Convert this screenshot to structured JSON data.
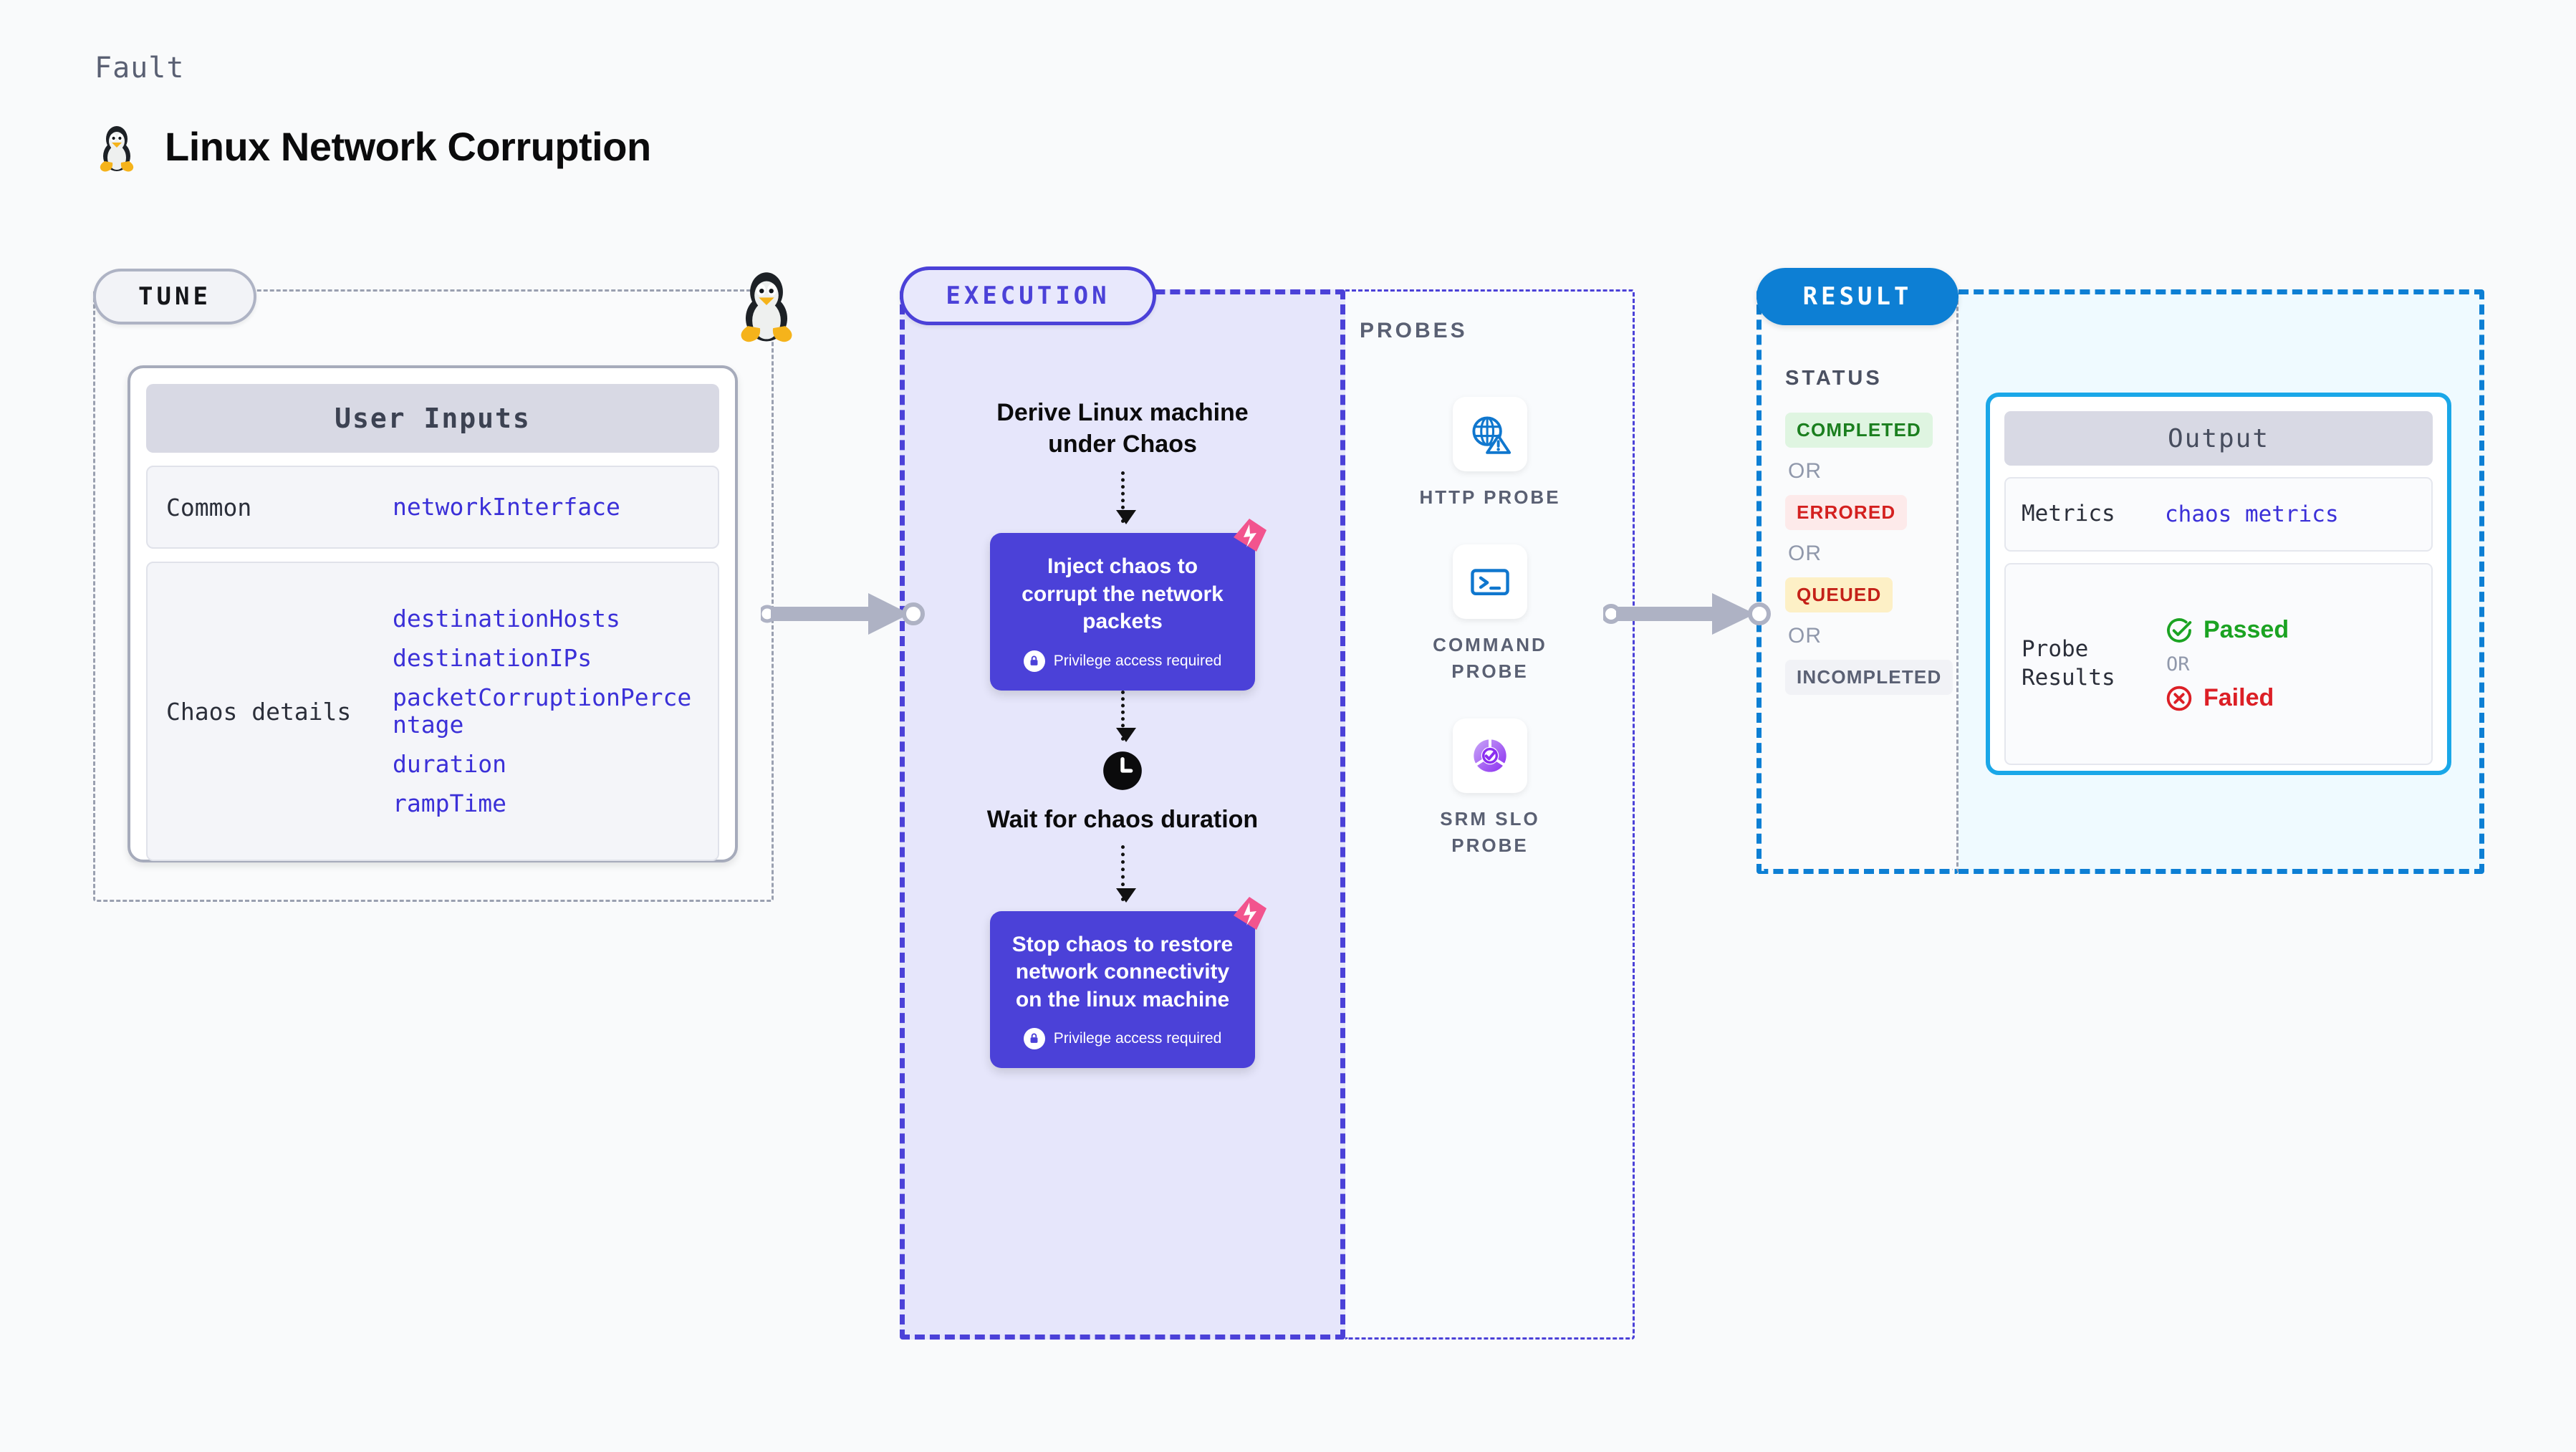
{
  "header": {
    "kicker": "Fault",
    "title": "Linux Network Corruption",
    "icon": "linux-penguin-icon"
  },
  "tune": {
    "pill_label": "TUNE",
    "card_title": "User Inputs",
    "rows": [
      {
        "key": "Common",
        "values": [
          "networkInterface"
        ]
      },
      {
        "key": "Chaos details",
        "values": [
          "destinationHosts",
          "destinationIPs",
          "packetCorruptionPercentage",
          "duration",
          "rampTime"
        ]
      }
    ]
  },
  "execution": {
    "pill_label": "EXECUTION",
    "steps": [
      {
        "type": "title",
        "text": "Derive Linux machine under Chaos"
      },
      {
        "type": "chaos-box",
        "text": "Inject chaos to corrupt the network packets",
        "note": "Privilege access required"
      },
      {
        "type": "clock",
        "text": "Wait for chaos duration"
      },
      {
        "type": "chaos-box",
        "text": "Stop chaos to restore network connectivity on the linux machine",
        "note": "Privilege access required"
      }
    ]
  },
  "probes": {
    "title": "PROBES",
    "items": [
      {
        "label": "HTTP PROBE",
        "icon": "globe-warning-icon"
      },
      {
        "label": "COMMAND PROBE",
        "icon": "terminal-icon"
      },
      {
        "label": "SRM SLO PROBE",
        "icon": "slo-donut-check-icon"
      }
    ]
  },
  "result": {
    "pill_label": "RESULT",
    "status_title": "STATUS",
    "or_label": "OR",
    "statuses": [
      {
        "label": "COMPLETED",
        "bg": "#dff5e1",
        "fg": "#1b7f1f"
      },
      {
        "label": "ERRORED",
        "bg": "#fdeaea",
        "fg": "#d4201f"
      },
      {
        "label": "QUEUED",
        "bg": "#fdf0c6",
        "fg": "#c42118"
      },
      {
        "label": "INCOMPLETED",
        "bg": "#f1f2f6",
        "fg": "#5a6073"
      }
    ]
  },
  "output": {
    "card_title": "Output",
    "metrics_key": "Metrics",
    "metrics_value": "chaos metrics",
    "probe_results_key": "Probe Results",
    "passed_label": "Passed",
    "failed_label": "Failed",
    "or_label": "OR"
  },
  "colors": {
    "execution_accent": "#4b41d8",
    "result_accent": "#0d7fd4",
    "output_accent": "#1aa7e8",
    "value_text": "#3b30d8",
    "chaos_badge": "#f2548e"
  }
}
